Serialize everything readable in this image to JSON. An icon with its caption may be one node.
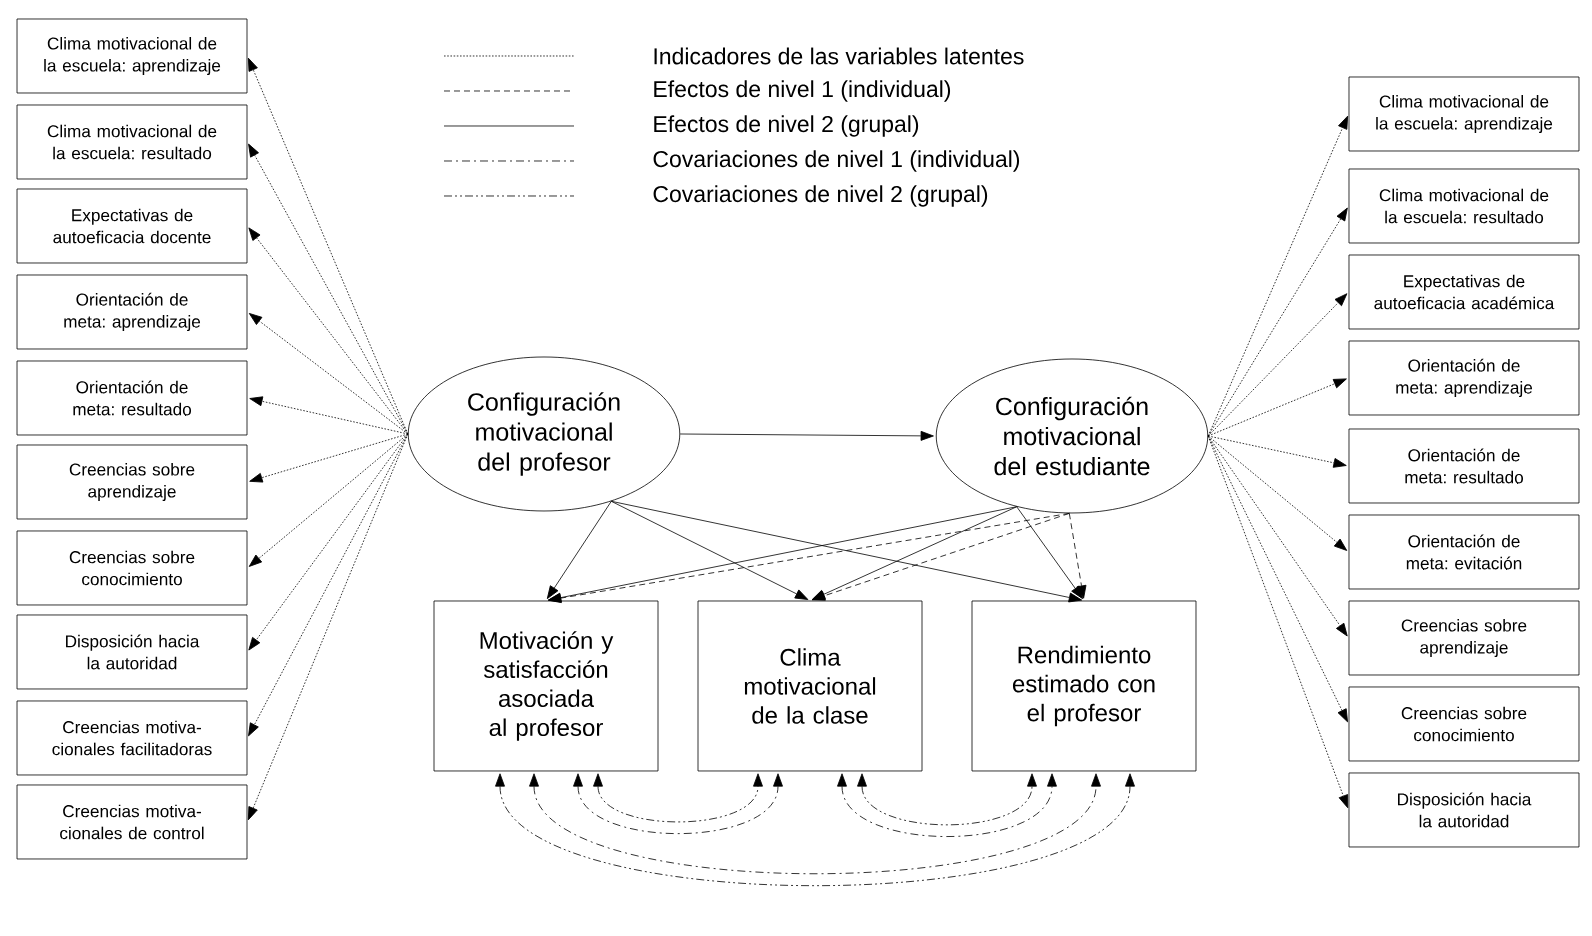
{
  "diagram": {
    "nodes": [
      {
        "text": [
          "Clima motivacional de la escuela: aprendizaje"
        ]
      },
      {
        "text": [
          "Clima motivacional de la escuela: resultado"
        ]
      },
      {
        "text": [
          "Expectativas de autoeficacia docente"
        ]
      },
      {
        "text": [
          "Orientación de meta: aprendizaje"
        ]
      },
      {
        "text": [
          "Orientación de meta: resultado"
        ]
      },
      {
        "text": [
          "Creencias sobre aprendizaje"
        ]
      },
      {
        "text": [
          "Creencias sobre conocimiento"
        ]
      },
      {
        "text": [
          "Disposición hacia la autoridad"
        ]
      },
      {
        "text": [
          "Creencias motiva- cionales facilitadoras"
        ]
      },
      {
        "text": [
          "Creencias motiva- cionales de control"
        ]
      },
      {
        "text": [
          "Configuración motivacional del profesor"
        ]
      },
      {
        "text": [
          "Configuración motivacional del estudiante"
        ]
      },
      {
        "text": [
          "Clima motivacional de la escuela: aprendizaje"
        ]
      },
      {
        "text": [
          "Clima motivacional de la escuela: resultado"
        ]
      },
      {
        "text": [
          "Expectativas de autoeficacia académica"
        ]
      },
      {
        "text": [
          "Orientación de meta: aprendizaje"
        ]
      },
      {
        "text": [
          "Orientación de meta: resultado"
        ]
      },
      {
        "text": [
          "Orientación de meta: evitación"
        ]
      },
      {
        "text": [
          "Creencias sobre aprendizaje"
        ]
      },
      {
        "text": [
          "Creencias sobre conocimiento"
        ]
      },
      {
        "text": [
          "Disposición hacia la autoridad"
        ]
      },
      {
        "text": [
          "Motivación y satisfacción asociada al profesor"
        ]
      },
      {
        "text": [
          "Clima motivacional de la clase"
        ]
      },
      {
        "text": [
          "Rendimiento estimado con el profesor"
        ]
      }
    ],
    "edges": [
      {
        "from": 10,
        "to": 0,
        "arrow": "to",
        "style": "dashed"
      },
      {
        "from": 10,
        "to": 1,
        "arrow": "to",
        "style": "dashed"
      },
      {
        "from": 10,
        "to": 2,
        "arrow": "to",
        "style": "dashed"
      },
      {
        "from": 10,
        "to": 3,
        "arrow": "to",
        "style": "dashed"
      },
      {
        "from": 10,
        "to": 4,
        "arrow": "to",
        "style": "dashed"
      },
      {
        "from": 10,
        "to": 5,
        "arrow": "to",
        "style": "dashed"
      },
      {
        "from": 10,
        "to": 6,
        "arrow": "to",
        "style": "dashed"
      },
      {
        "from": 10,
        "to": 7,
        "arrow": "to",
        "style": "dashed"
      },
      {
        "from": 10,
        "to": 8,
        "arrow": "to",
        "style": "dashed"
      },
      {
        "from": 10,
        "to": 9,
        "arrow": "to",
        "style": "dashed"
      },
      {
        "from": 11,
        "to": 12,
        "arrow": "to",
        "style": "dashed"
      },
      {
        "from": 11,
        "to": 13,
        "arrow": "to",
        "style": "dashed"
      },
      {
        "from": 11,
        "to": 14,
        "arrow": "to",
        "style": "dashed"
      },
      {
        "from": 11,
        "to": 15,
        "arrow": "to",
        "style": "dashed"
      },
      {
        "from": 11,
        "to": 16,
        "arrow": "to",
        "style": "dashed"
      },
      {
        "from": 11,
        "to": 17,
        "arrow": "to",
        "style": "dashed"
      },
      {
        "from": 11,
        "to": 18,
        "arrow": "to",
        "style": "dashed"
      },
      {
        "from": 11,
        "to": 19,
        "arrow": "to",
        "style": "dashed"
      },
      {
        "from": 11,
        "to": 20,
        "arrow": "to",
        "style": "dashed"
      },
      {
        "from": 10,
        "to": 11,
        "arrow": "to"
      },
      {
        "from": 10,
        "to": 21,
        "arrow": "to"
      },
      {
        "from": 10,
        "to": 22,
        "arrow": "to"
      },
      {
        "from": 10,
        "to": 23,
        "arrow": "to"
      },
      {
        "from": 11,
        "to": 21,
        "arrow": "to"
      },
      {
        "from": 11,
        "to": 22,
        "arrow": "to"
      },
      {
        "from": 11,
        "to": 23,
        "arrow": "to"
      },
      {
        "from": 11,
        "to": 21,
        "arrow": "to",
        "style": "dashed"
      },
      {
        "from": 11,
        "to": 22,
        "arrow": "to",
        "style": "dashed"
      },
      {
        "from": 11,
        "to": 23,
        "arrow": "to",
        "style": "dashed"
      },
      {
        "from": 21,
        "to": 22,
        "arrow": "both",
        "style": "dashed"
      },
      {
        "from": 21,
        "to": 22,
        "arrow": "both",
        "style": "dashed"
      },
      {
        "from": 22,
        "to": 23,
        "arrow": "both",
        "style": "dashed"
      },
      {
        "from": 22,
        "to": 23,
        "arrow": "both",
        "style": "dashed"
      },
      {
        "from": 21,
        "to": 23,
        "arrow": "both",
        "style": "dashed"
      },
      {
        "from": 21,
        "to": 23,
        "arrow": "both",
        "style": "dashed"
      }
    ],
    "legend": [
      {
        "text": "Indicadores de las variables latentes"
      },
      {
        "text": "Efectos de nivel 1 (individual)"
      },
      {
        "text": "Efectos de nivel 2 (grupal)"
      },
      {
        "text": "Covariaciones de nivel 1 (individual)"
      },
      {
        "text": "Covariaciones de nivel 2 (grupal)"
      }
    ]
  }
}
